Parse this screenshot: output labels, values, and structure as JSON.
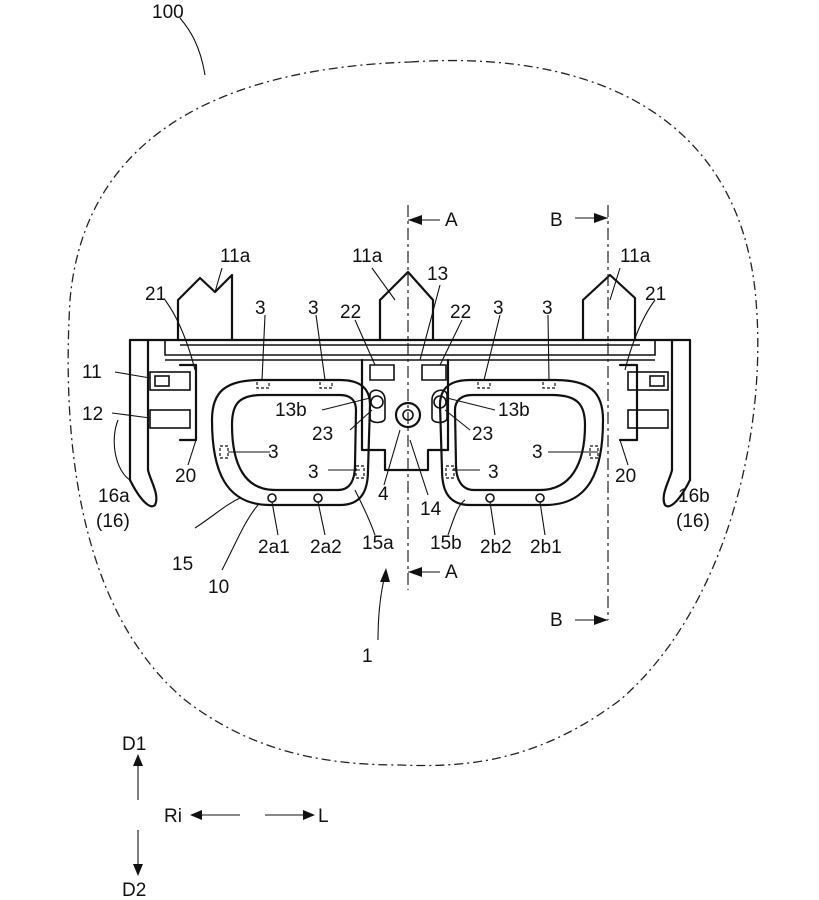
{
  "labels": {
    "l100": "100",
    "l1": "1",
    "l10": "10",
    "l11": "11",
    "l12": "12",
    "l13": "13",
    "l13b_left": "13b",
    "l13b_right": "13b",
    "l14": "14",
    "l15": "15",
    "l15a": "15a",
    "l15b": "15b",
    "l16a": "16a",
    "l16a_sub": "(16)",
    "l16b": "16b",
    "l16b_sub": "(16)",
    "l20_left": "20",
    "l20_right": "20",
    "l21_left": "21",
    "l21_right": "21",
    "l22_left": "22",
    "l22_right": "22",
    "l23_left": "23",
    "l23_right": "23",
    "l4": "4",
    "l11a_1": "11a",
    "l11a_2": "11a",
    "l11a_3": "11a",
    "l3_a": "3",
    "l3_b": "3",
    "l3_c": "3",
    "l3_d": "3",
    "l3_e": "3",
    "l3_f": "3",
    "l3_g": "3",
    "l3_h": "3",
    "l2a1": "2a1",
    "l2a2": "2a2",
    "l2b2": "2b2",
    "l2b1": "2b1",
    "sectionA_top": "A",
    "sectionA_bottom": "A",
    "sectionB_top": "B",
    "sectionB_bottom": "B",
    "dir_d1": "D1",
    "dir_d2": "D2",
    "dir_ri": "Ri",
    "dir_l": "L"
  }
}
